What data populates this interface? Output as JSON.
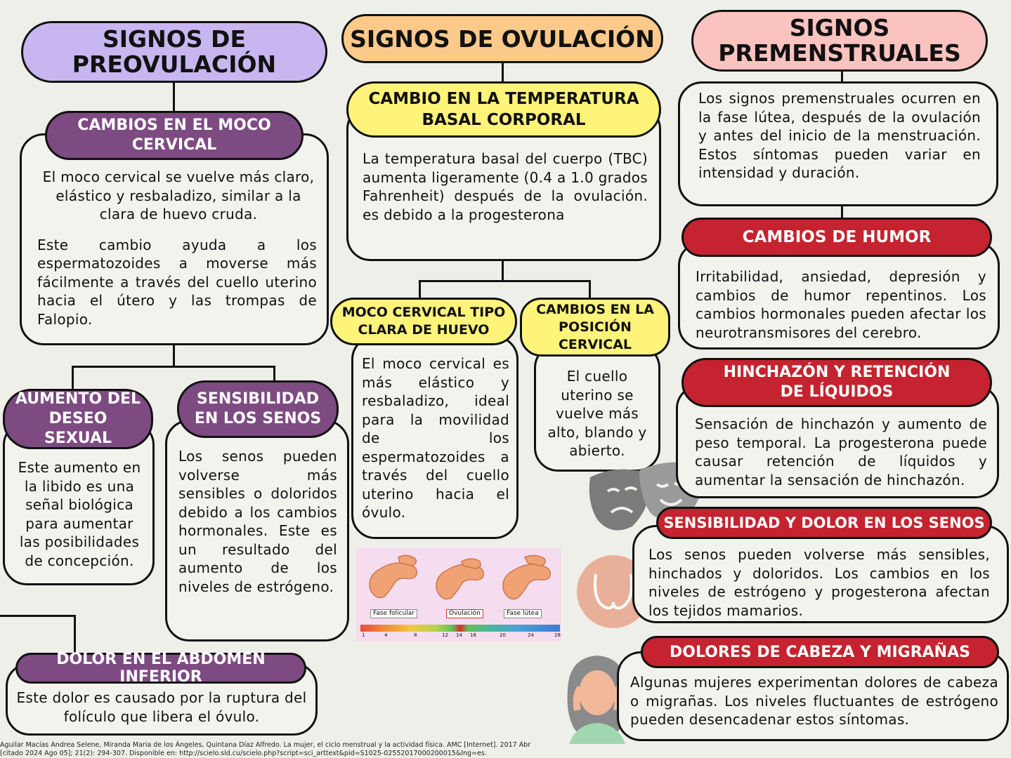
{
  "preovulacion": {
    "title_line1": "SIGNOS DE",
    "title_line2": "PREOVULACIÓN",
    "moco": {
      "title": "CAMBIOS EN EL MOCO CERVICAL",
      "p1": "El moco cervical se vuelve más claro, elástico y resbaladizo, similar a la clara de huevo cruda.",
      "p2": "Este cambio ayuda a los espermatozoides a moverse más fácilmente a través del cuello uterino hacia el útero y las trompas de Falopio."
    },
    "deseo": {
      "title": "AUMENTO DEL DESEO SEXUAL",
      "text": "Este aumento en la libido es una señal biológica para aumentar las posibilidades de concepción."
    },
    "senos": {
      "title": "SENSIBILIDAD EN LOS SENOS",
      "text": "Los senos pueden volverse más sensibles o doloridos debido a los cambios hormonales. Este es un resultado del aumento de los niveles de estrógeno."
    },
    "abdomen": {
      "title": "DOLOR EN EL ABDOMEN INFERIOR",
      "text": "Este dolor es causado por la ruptura del folículo que libera el óvulo."
    }
  },
  "ovulacion": {
    "title": "SIGNOS DE OVULACIÓN",
    "temperatura": {
      "title_line1": "CAMBIO EN LA TEMPERATURA",
      "title_line2": "BASAL CORPORAL",
      "text": "La temperatura basal del cuerpo (TBC) aumenta ligeramente (0.4 a 1.0 grados Fahrenheit) después de la ovulación. es debido a la progesterona"
    },
    "moco_tipo": {
      "title_line1": "MOCO CERVICAL TIPO",
      "title_line2": "CLARA DE HUEVO",
      "text": "El moco cervical es más elástico y resbaladizo, ideal para la movilidad de los espermatozoides a través del cuello uterino hacia el óvulo."
    },
    "posicion": {
      "title_line1": "CAMBIOS EN LA",
      "title_line2": "POSICIÓN",
      "title_line3": "CERVICAL",
      "text": "El cuello uterino se vuelve más alto, blando y abierto."
    },
    "figure": {
      "label_folicular": "Fase folicular",
      "label_ovulacion": "Ovulación",
      "label_lutea": "Fase lútea",
      "ticks": [
        "1",
        "4",
        "8",
        "12",
        "14",
        "16",
        "20",
        "24",
        "28"
      ]
    }
  },
  "premenstruales": {
    "title_line1": "SIGNOS",
    "title_line2": "PREMENSTRUALES",
    "intro": "Los signos premenstruales ocurren en la fase lútea, después de la ovulación y antes del inicio de la menstruación. Estos síntomas pueden variar en intensidad y duración.",
    "humor": {
      "title": "CAMBIOS DE HUMOR",
      "text": "Irritabilidad, ansiedad, depresión y cambios de humor repentinos. Los cambios hormonales pueden afectar los neurotransmisores del cerebro."
    },
    "hinchazon": {
      "title": "HINCHAZÓN Y RETENCIÓN DE LÍQUIDOS",
      "text": "Sensación de hinchazón y aumento de peso temporal. La progesterona puede causar retención de líquidos y aumentar la sensación de hinchazón."
    },
    "dolor_senos": {
      "title": "SENSIBILIDAD Y DOLOR EN LOS SENOS",
      "text": "Los senos pueden volverse más sensibles, hinchados y doloridos. Los cambios en los niveles de estrógeno y progesterona afectan los tejidos mamarios."
    },
    "cabeza": {
      "title": "DOLORES DE CABEZA Y MIGRAÑAS",
      "text": "Algunas mujeres experimentan dolores de cabeza o migrañas. Los niveles fluctuantes de estrógeno pueden desencadenar estos síntomas."
    }
  },
  "footnote": {
    "line1": "Aguilar Macías Andrea Selene, Miranda Maria de los Ángeles, Quintana Díaz Alfredo. La mujer, el ciclo menstrual y la actividad física. AMC [Internet]. 2017 Abr",
    "line2": "[citado 2024 Ago 05]; 21(2): 294-307. Disponible en: http://scielo.sld.cu/scielo.php?script=sci_arttext&pid=S1025-02552017000200015&lng=es."
  },
  "colors": {
    "purple_header": "#c8b6f0",
    "purple_pill": "#7d4a82",
    "orange_header": "#fbc98a",
    "yellow_pill": "#fff47a",
    "pink_header": "#fbc3c0",
    "red_pill": "#c4232f",
    "background": "#efefea"
  }
}
